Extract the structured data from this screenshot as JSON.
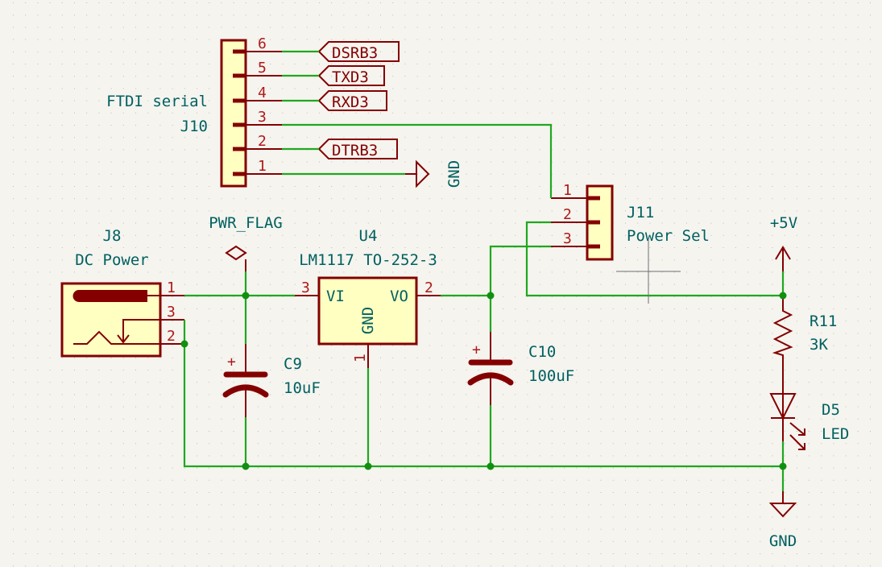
{
  "app": "KiCad Schematic Editor",
  "colors": {
    "background": "#f5f4ef",
    "wire": "#1fa81f",
    "junction": "#109010",
    "component_outline": "#840000",
    "component_fill": "#ffffc2",
    "reference_text": "#006060",
    "pin_number": "#b01818"
  },
  "components": {
    "j10": {
      "ref": "J10",
      "value": "FTDI serial",
      "pins": [
        "6",
        "5",
        "4",
        "3",
        "2",
        "1"
      ]
    },
    "j11": {
      "ref": "J11",
      "value": "Power Sel",
      "pins": [
        "1",
        "2",
        "3"
      ]
    },
    "j8": {
      "ref": "J8",
      "value": "DC Power",
      "pins": [
        "1",
        "3",
        "2"
      ]
    },
    "u4": {
      "ref": "U4",
      "value": "LM1117 TO-252-3",
      "pin_vi": "VI",
      "pin_vo": "VO",
      "pin_gnd": "GND",
      "pin_nums": [
        "3",
        "2",
        "1"
      ]
    },
    "c9": {
      "ref": "C9",
      "value": "10uF",
      "plus": "+"
    },
    "c10": {
      "ref": "C10",
      "value": "100uF",
      "plus": "+"
    },
    "r11": {
      "ref": "R11",
      "value": "3K"
    },
    "d5": {
      "ref": "D5",
      "value": "LED"
    }
  },
  "labels": {
    "global": [
      "DSRB3",
      "TXD3",
      "RXD3",
      "DTRB3"
    ],
    "power": {
      "gnd_top": "GND",
      "gnd_bottom": "GND",
      "vcc": "+5V",
      "pwr_flag": "PWR_FLAG"
    }
  }
}
